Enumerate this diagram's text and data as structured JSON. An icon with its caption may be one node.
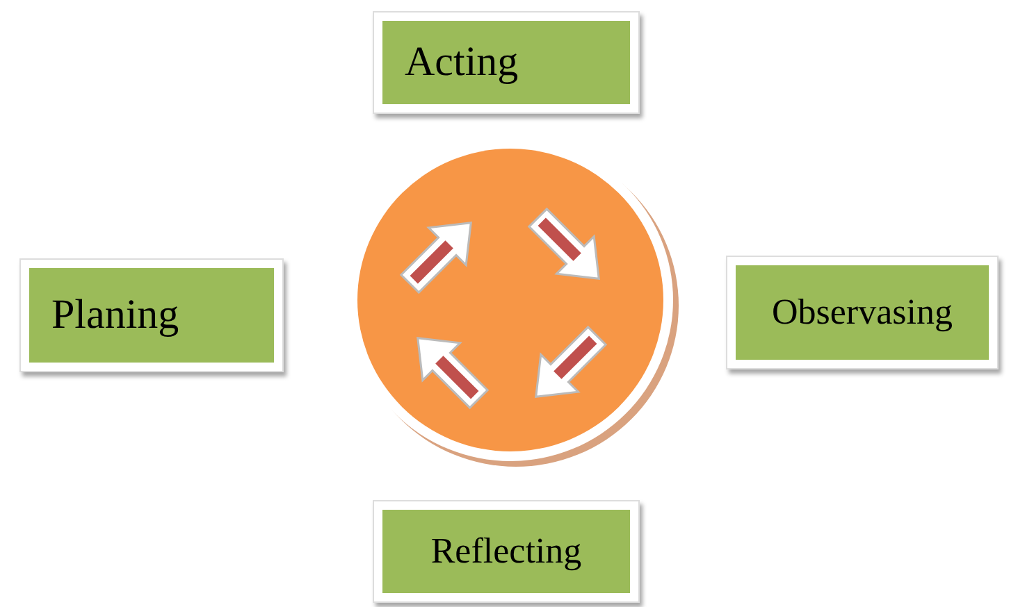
{
  "diagram": {
    "nodes": [
      {
        "text": [
          "Acting"
        ]
      },
      {
        "text": [
          "Planing"
        ]
      },
      {
        "text": [],
        "shape": "circle"
      },
      {
        "text": [
          "Observasing"
        ]
      },
      {
        "text": [
          "Reflecting"
        ]
      }
    ]
  }
}
